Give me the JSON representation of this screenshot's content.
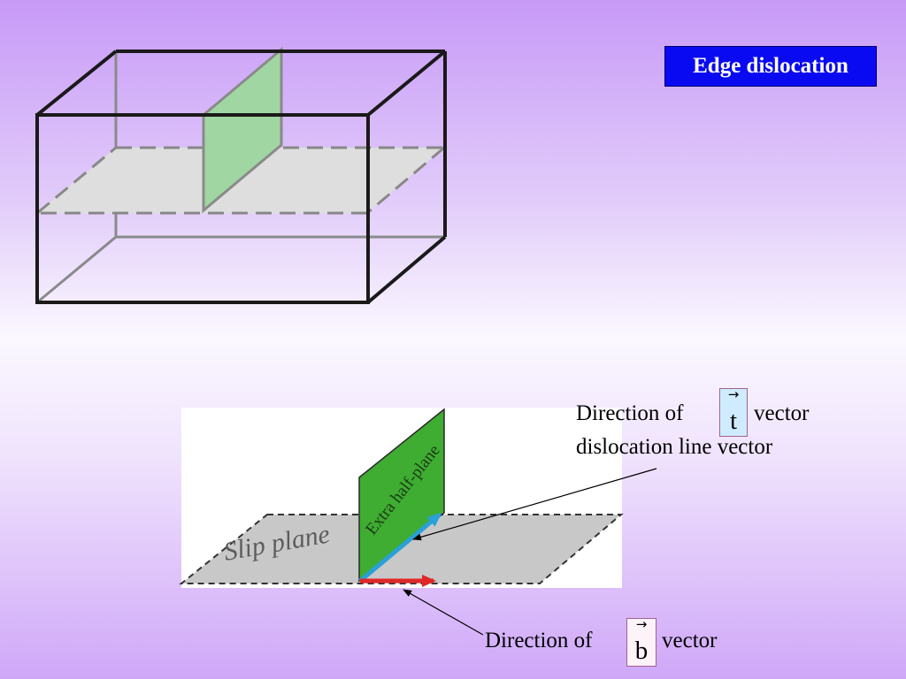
{
  "title": "Edge dislocation",
  "labels": {
    "t_direction_prefix": "Direction of",
    "t_symbol": "t",
    "t_direction_suffix": "vector",
    "t_description": "dislocation line vector",
    "b_direction_prefix": "Direction of",
    "b_symbol": "b",
    "b_direction_suffix": "vector",
    "vector_arrow_glyph": "→"
  },
  "figure_text": {
    "slip_plane": "Slip plane",
    "extra_half_plane": "Extra half-plane"
  },
  "colors": {
    "title_background": "#0a0af2",
    "half_plane_light": "#9fd4a0",
    "half_plane_dark": "#3fac32",
    "slip_plane": "#c8c8c8",
    "t_vector": "#2aa0d8",
    "b_vector": "#e02828"
  }
}
